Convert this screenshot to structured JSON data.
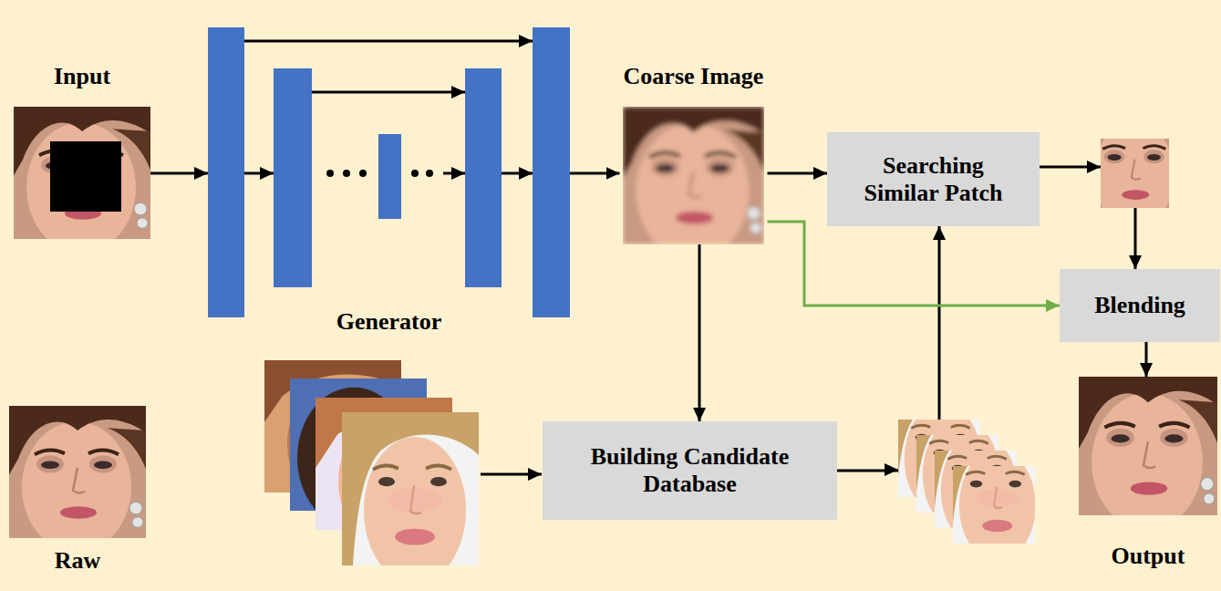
{
  "diagram": {
    "nodes": [
      {
        "text": [
          "Input"
        ]
      },
      {
        "text": [
          "Generator"
        ]
      },
      {
        "text": [
          "Coarse Image"
        ]
      },
      {
        "text": [
          "Searching Similar Patch"
        ]
      },
      {
        "text": [
          "Raw"
        ]
      },
      {
        "text": [
          "Building Candidate Database"
        ]
      },
      {
        "text": [
          "Blending"
        ]
      },
      {
        "text": [
          "Output"
        ]
      }
    ],
    "edges": [
      {
        "from": 0,
        "to": 1,
        "arrow": "to"
      },
      {
        "from": 1,
        "to": 2,
        "arrow": "to"
      },
      {
        "from": 2,
        "to": 3,
        "arrow": "to"
      },
      {
        "from": 2,
        "to": 5,
        "arrow": "to"
      },
      {
        "from": 5,
        "to": 3,
        "arrow": "to"
      },
      {
        "from": 3,
        "to": 6,
        "arrow": "to"
      },
      {
        "from": 2,
        "to": 6,
        "arrow": "to"
      },
      {
        "from": 6,
        "to": 7,
        "arrow": "to"
      }
    ]
  }
}
